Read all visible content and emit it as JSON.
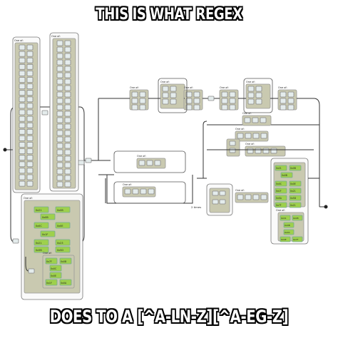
{
  "captions": {
    "top": "THIS IS WHAT REGEX",
    "bottom": "DOES TO A [^A-LN-Z][^A-EG-Z]"
  },
  "diagram": {
    "one_of_label": "One of:",
    "times_label": "2 times",
    "hex_labels": [
      "0x21",
      "0x0B",
      "0x0B",
      "0x0C",
      "0x0E",
      "0x1F",
      "0x21",
      "0x23",
      "0x5B",
      "0x5D",
      "0x7F",
      "0x0B",
      "0x0C",
      "0x0E",
      "0x1F",
      "0x0A",
      "0x0C",
      "0x0D"
    ],
    "right_hex_labels": [
      "0x21",
      "0x0B",
      "0x0B",
      "0x0C",
      "0x0E",
      "0x1F",
      "0x21",
      "0x5A",
      "0x5D",
      "0x7F"
    ],
    "right_hex_labels_2": [
      "0x01",
      "0x08",
      "0x0B",
      "0x0C",
      "0x0E",
      "0x7F"
    ]
  },
  "colors": {
    "panel": "#c9c9b0",
    "box": "#e4ecec",
    "green": "#9ed04c",
    "line": "#333333"
  }
}
